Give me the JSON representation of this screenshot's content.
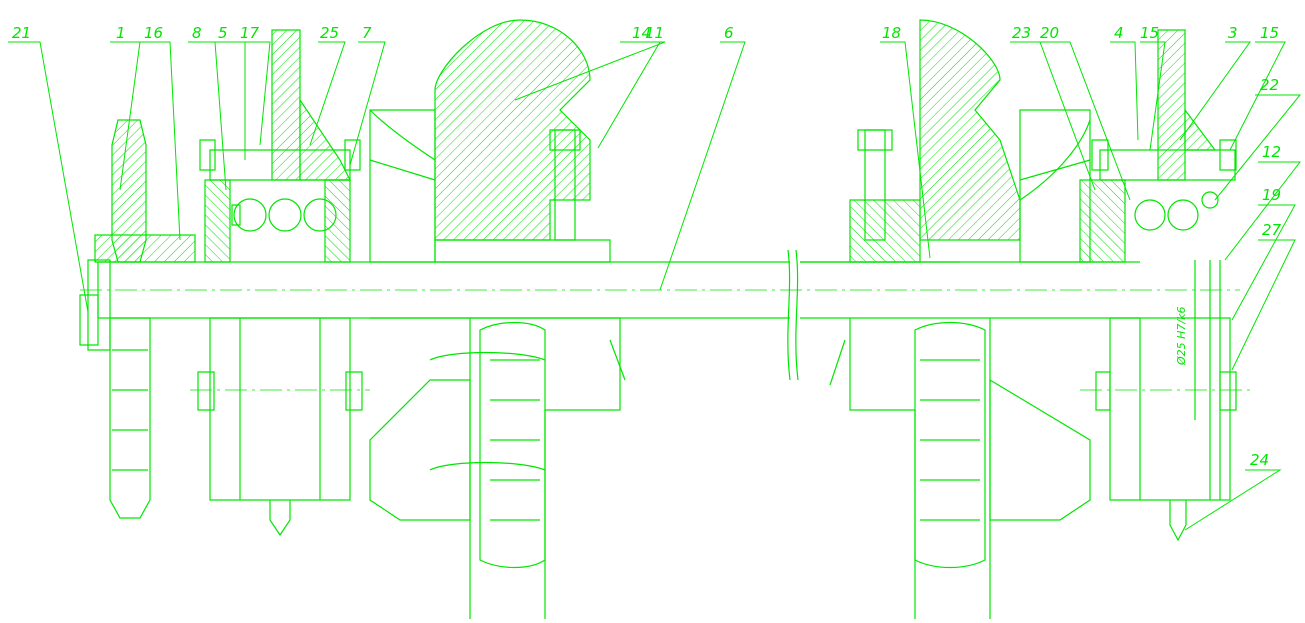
{
  "drawing": {
    "line_color": "#00e600",
    "callouts": [
      "21",
      "1",
      "16",
      "8",
      "5",
      "17",
      "25",
      "7",
      "14",
      "11",
      "6",
      "18",
      "23",
      "20",
      "4",
      "15",
      "3",
      "15",
      "22",
      "12",
      "19",
      "27",
      "24"
    ],
    "dimension_text": "Ø25 H7/k6"
  }
}
